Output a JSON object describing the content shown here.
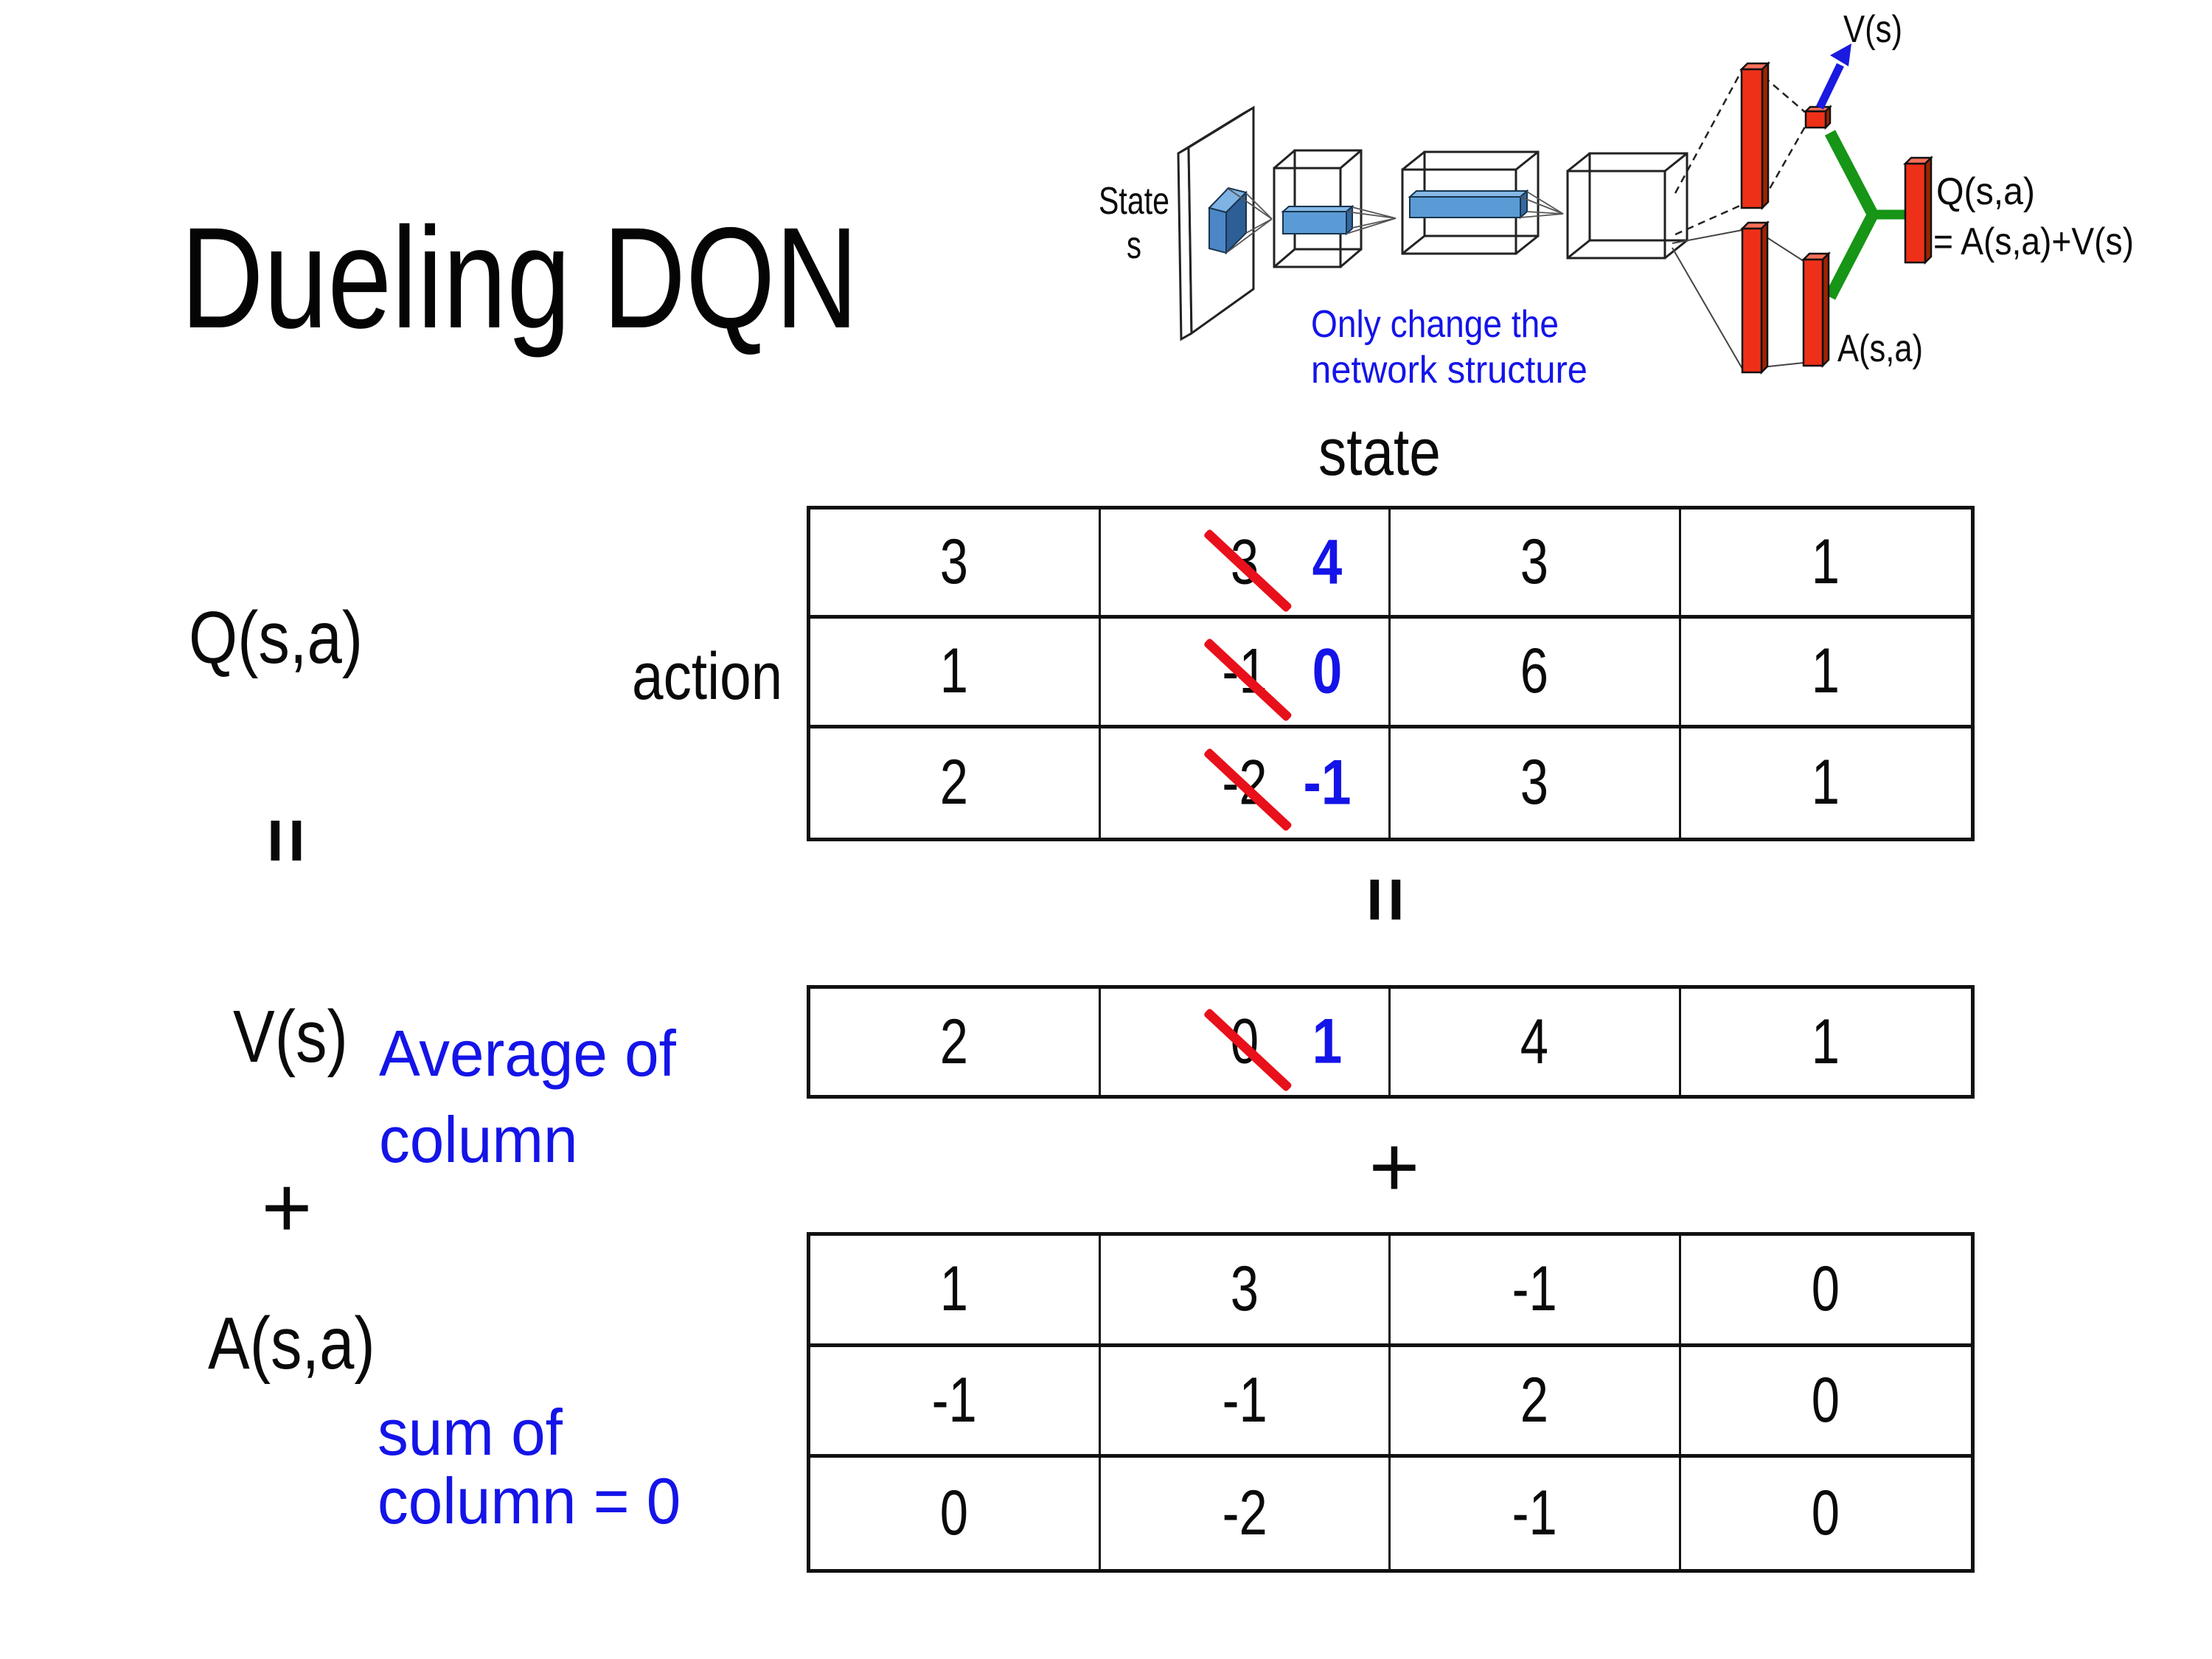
{
  "title": "Dueling DQN",
  "colors": {
    "accent_blue": "#1414E8",
    "slash_red": "#E8101A",
    "bar_red": "#EE3018",
    "merge_green": "#169516",
    "conv_blue": "#5B9BD5"
  },
  "diagram": {
    "state_line1": "State",
    "state_line2": "s",
    "note_line1": "Only change the",
    "note_line2": "network structure",
    "v_out_label": "V(s)",
    "q_out_line1": "Q(s,a)",
    "q_out_line2": "= A(s,a)+V(s)",
    "a_out_label": "A(s,a)"
  },
  "labels": {
    "q": "Q(s,a)",
    "v": "V(s)",
    "a": "A(s,a)",
    "equals": "=",
    "plus": "+",
    "center_equals": "=",
    "center_plus": "+",
    "action": "action",
    "state": "state",
    "avg_line1": "Average of",
    "avg_line2": "column",
    "sum_line1": "sum of",
    "sum_line2": "column = 0"
  },
  "q_table": {
    "rows": [
      [
        {
          "v": "3"
        },
        {
          "v": "3",
          "strike": true,
          "nv": "4"
        },
        {
          "v": "3"
        },
        {
          "v": "1"
        }
      ],
      [
        {
          "v": "1"
        },
        {
          "v": "-1",
          "strike": true,
          "nv": "0"
        },
        {
          "v": "6"
        },
        {
          "v": "1"
        }
      ],
      [
        {
          "v": "2"
        },
        {
          "v": "-2",
          "strike": true,
          "nv": "-1"
        },
        {
          "v": "3"
        },
        {
          "v": "1"
        }
      ]
    ]
  },
  "v_table": {
    "rows": [
      [
        {
          "v": "2"
        },
        {
          "v": "0",
          "strike": true,
          "nv": "1"
        },
        {
          "v": "4"
        },
        {
          "v": "1"
        }
      ]
    ]
  },
  "a_table": {
    "rows": [
      [
        {
          "v": "1"
        },
        {
          "v": "3"
        },
        {
          "v": "-1"
        },
        {
          "v": "0"
        }
      ],
      [
        {
          "v": "-1"
        },
        {
          "v": "-1"
        },
        {
          "v": "2"
        },
        {
          "v": "0"
        }
      ],
      [
        {
          "v": "0"
        },
        {
          "v": "-2"
        },
        {
          "v": "-1"
        },
        {
          "v": "0"
        }
      ]
    ]
  }
}
